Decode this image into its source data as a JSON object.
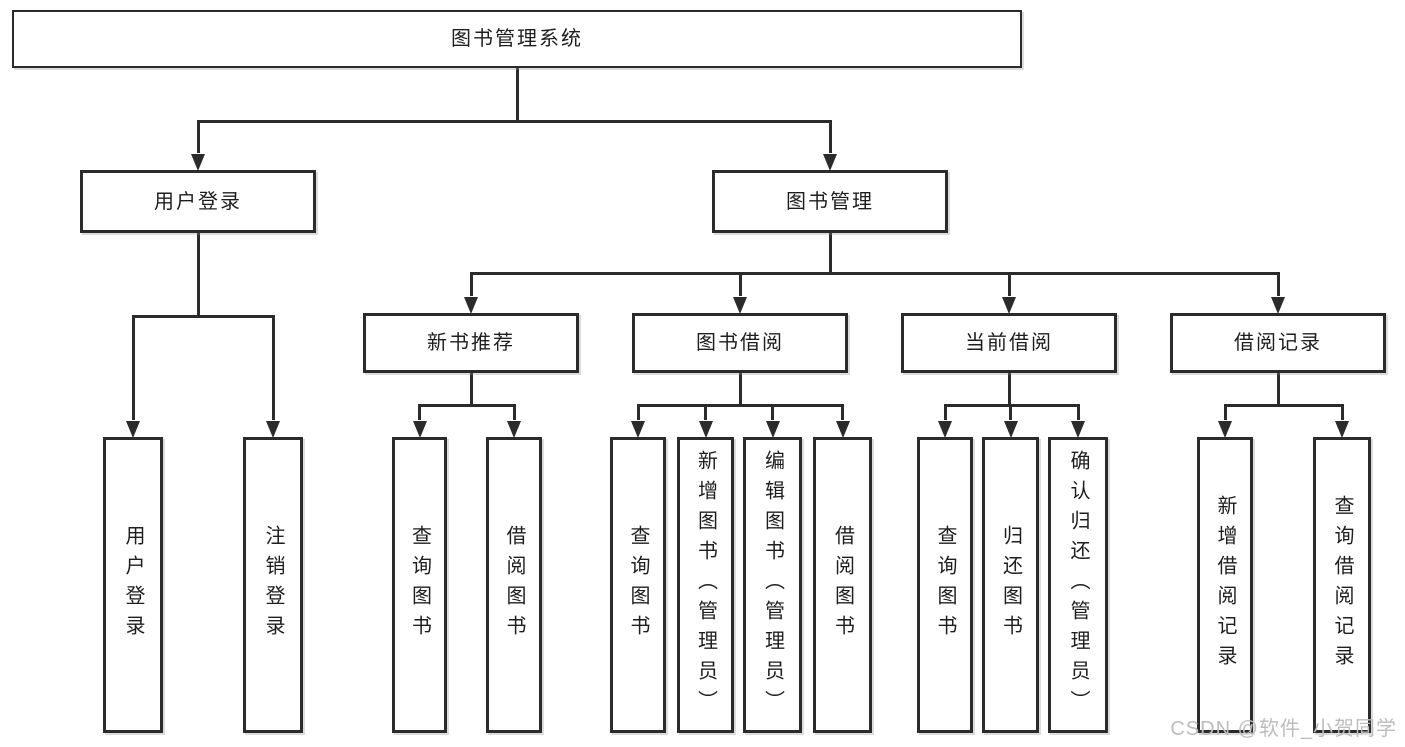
{
  "diagram": {
    "title": "图书管理系统",
    "nodes": [
      {
        "id": "root",
        "label": "图书管理系统",
        "level": 1
      },
      {
        "id": "user-login",
        "label": "用户登录",
        "level": 2
      },
      {
        "id": "book-mgmt",
        "label": "图书管理",
        "level": 2
      },
      {
        "id": "new-book-rec",
        "label": "新书推荐",
        "level": 3
      },
      {
        "id": "book-borrow",
        "label": "图书借阅",
        "level": 3
      },
      {
        "id": "current-borrow",
        "label": "当前借阅",
        "level": 3
      },
      {
        "id": "borrow-records",
        "label": "借阅记录",
        "level": 3
      },
      {
        "id": "leaf-user-login",
        "label": "用户登录",
        "level": 4
      },
      {
        "id": "leaf-logout",
        "label": "注销登录",
        "level": 4
      },
      {
        "id": "leaf-query-books-a",
        "label": "查询图书",
        "level": 4
      },
      {
        "id": "leaf-borrow-books-a",
        "label": "借阅图书",
        "level": 4
      },
      {
        "id": "leaf-query-books-b",
        "label": "查询图书",
        "level": 4
      },
      {
        "id": "leaf-add-books",
        "label": "新增图书（管理员）",
        "level": 4
      },
      {
        "id": "leaf-edit-books",
        "label": "编辑图书（管理员）",
        "level": 4
      },
      {
        "id": "leaf-borrow-books-b",
        "label": "借阅图书",
        "level": 4
      },
      {
        "id": "leaf-query-books-c",
        "label": "查询图书",
        "level": 4
      },
      {
        "id": "leaf-return-books",
        "label": "归还图书",
        "level": 4
      },
      {
        "id": "leaf-confirm-return",
        "label": "确认归还（管理员）",
        "level": 4
      },
      {
        "id": "leaf-add-borrow-record",
        "label": "新增借阅记录",
        "level": 4
      },
      {
        "id": "leaf-query-borrow-record",
        "label": "查询借阅记录",
        "level": 4
      }
    ],
    "edges": [
      {
        "parent": "root",
        "children": [
          "user-login",
          "book-mgmt"
        ]
      },
      {
        "parent": "user-login",
        "children": [
          "leaf-user-login",
          "leaf-logout"
        ]
      },
      {
        "parent": "book-mgmt",
        "children": [
          "new-book-rec",
          "book-borrow",
          "current-borrow",
          "borrow-records"
        ]
      },
      {
        "parent": "new-book-rec",
        "children": [
          "leaf-query-books-a",
          "leaf-borrow-books-a"
        ]
      },
      {
        "parent": "book-borrow",
        "children": [
          "leaf-query-books-b",
          "leaf-add-books",
          "leaf-edit-books",
          "leaf-borrow-books-b"
        ]
      },
      {
        "parent": "current-borrow",
        "children": [
          "leaf-query-books-c",
          "leaf-return-books",
          "leaf-confirm-return"
        ]
      },
      {
        "parent": "borrow-records",
        "children": [
          "leaf-add-borrow-record",
          "leaf-query-borrow-record"
        ]
      }
    ],
    "watermark": {
      "text": "CSDN @软件_小贺同学",
      "color": "#bdbdbd"
    },
    "colors": {
      "line": "#2b2b2b",
      "box_border": "#2b2b2b",
      "text": "#1e1e1e",
      "background": "#ffffff"
    }
  }
}
